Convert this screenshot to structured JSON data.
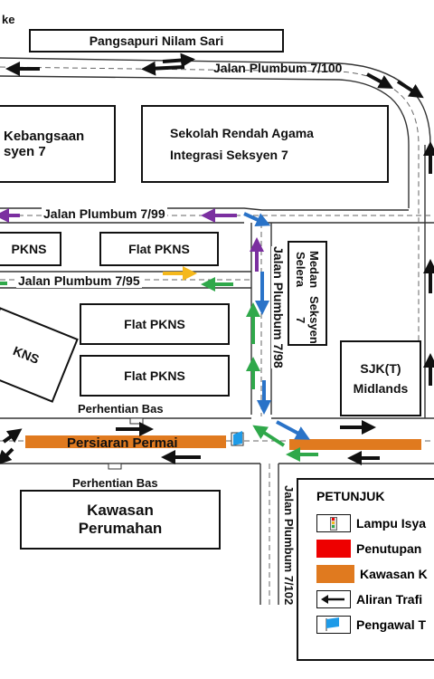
{
  "top_left_text": "ke",
  "roads": {
    "plumbum_7_100": "Jalan Plumbum 7/100",
    "plumbum_7_99": "Jalan Plumbum 7/99",
    "plumbum_7_95": "Jalan Plumbum 7/95",
    "plumbum_7_98": "Jalan Plumbum 7/98",
    "plumbum_7_102": "Jalan Plumbum 7/102",
    "persiaran_permai": "Persiaran Permai"
  },
  "buildings": {
    "pangsapuri": "Pangsapuri Nilam Sari",
    "sk_line1": "Kebangsaan",
    "sk_line2": "syen 7",
    "sra_line1": "Sekolah Rendah Agama",
    "sra_line2": "Integrasi Seksyen 7",
    "pkns_left": "PKNS",
    "flat_pkns_1": "Flat PKNS",
    "flat_pkns_2": "Flat PKNS",
    "flat_pkns_3": "Flat PKNS",
    "kns_tilted": "KNS",
    "medan_line1": "Medan Selera",
    "medan_line2": "Seksyen 7",
    "sjk_line1": "SJK(T)",
    "sjk_line2": "Midlands",
    "kawasan_line1": "Kawasan",
    "kawasan_line2": "Perumahan"
  },
  "bus_stops": {
    "north": "Perhentian Bas",
    "south": "Perhentian Bas"
  },
  "legend": {
    "title": "PETUNJUK",
    "items": [
      {
        "label": "Lampu Isya",
        "symbol": "traffic-light"
      },
      {
        "label": "Penutupan",
        "symbol": "red-fill"
      },
      {
        "label": "Kawasan K",
        "symbol": "orange-fill"
      },
      {
        "label": "Aliran Trafi",
        "symbol": "arrow"
      },
      {
        "label": "Pengawal T",
        "symbol": "flag"
      }
    ]
  },
  "colors": {
    "purple": "#7b2fa0",
    "blue": "#2a73c8",
    "green": "#2fa84a",
    "yellow": "#f5b81c",
    "orange": "#e07a1f",
    "red": "#ee0000",
    "cyan": "#1e9be8",
    "black": "#111111"
  }
}
